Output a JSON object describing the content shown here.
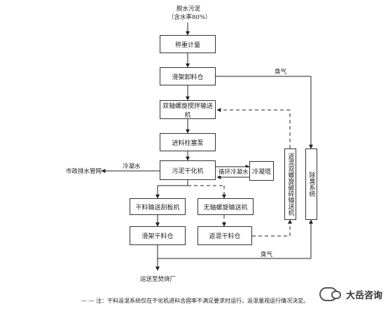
{
  "input": {
    "line1": "脱水污泥",
    "line2": "（含水率80%）"
  },
  "boxes": {
    "weigh": "称重计量",
    "silo1": "滑架卸料仓",
    "mixer": "双轴螺旋搅拌输送机",
    "pump": "进料柱塞泵",
    "dryer": "污泥干化机",
    "cooling_tower": "冷凝塔",
    "dry_scraper": "干料输送刮板机",
    "shaftless": "无轴螺旋输送机",
    "silo2": "滑架干料仓",
    "return_silo": "返混干料仓",
    "return_conveyor": "返混双螺旋破碎输送机",
    "deodor": "除臭系统"
  },
  "labels": {
    "odor_top": "臭气",
    "odor_bottom": "臭气",
    "condensate": "冷凝水",
    "municipal": "市政排水管网",
    "circ_water": "循环冷凝水",
    "transport": "运送至焚烧厂"
  },
  "footnote": "— — 注：干料返混系统仅在干化机进料含固率不满足要求时运行，返混量视运行情况决定。",
  "logo": {
    "text": "大岳咨询"
  }
}
